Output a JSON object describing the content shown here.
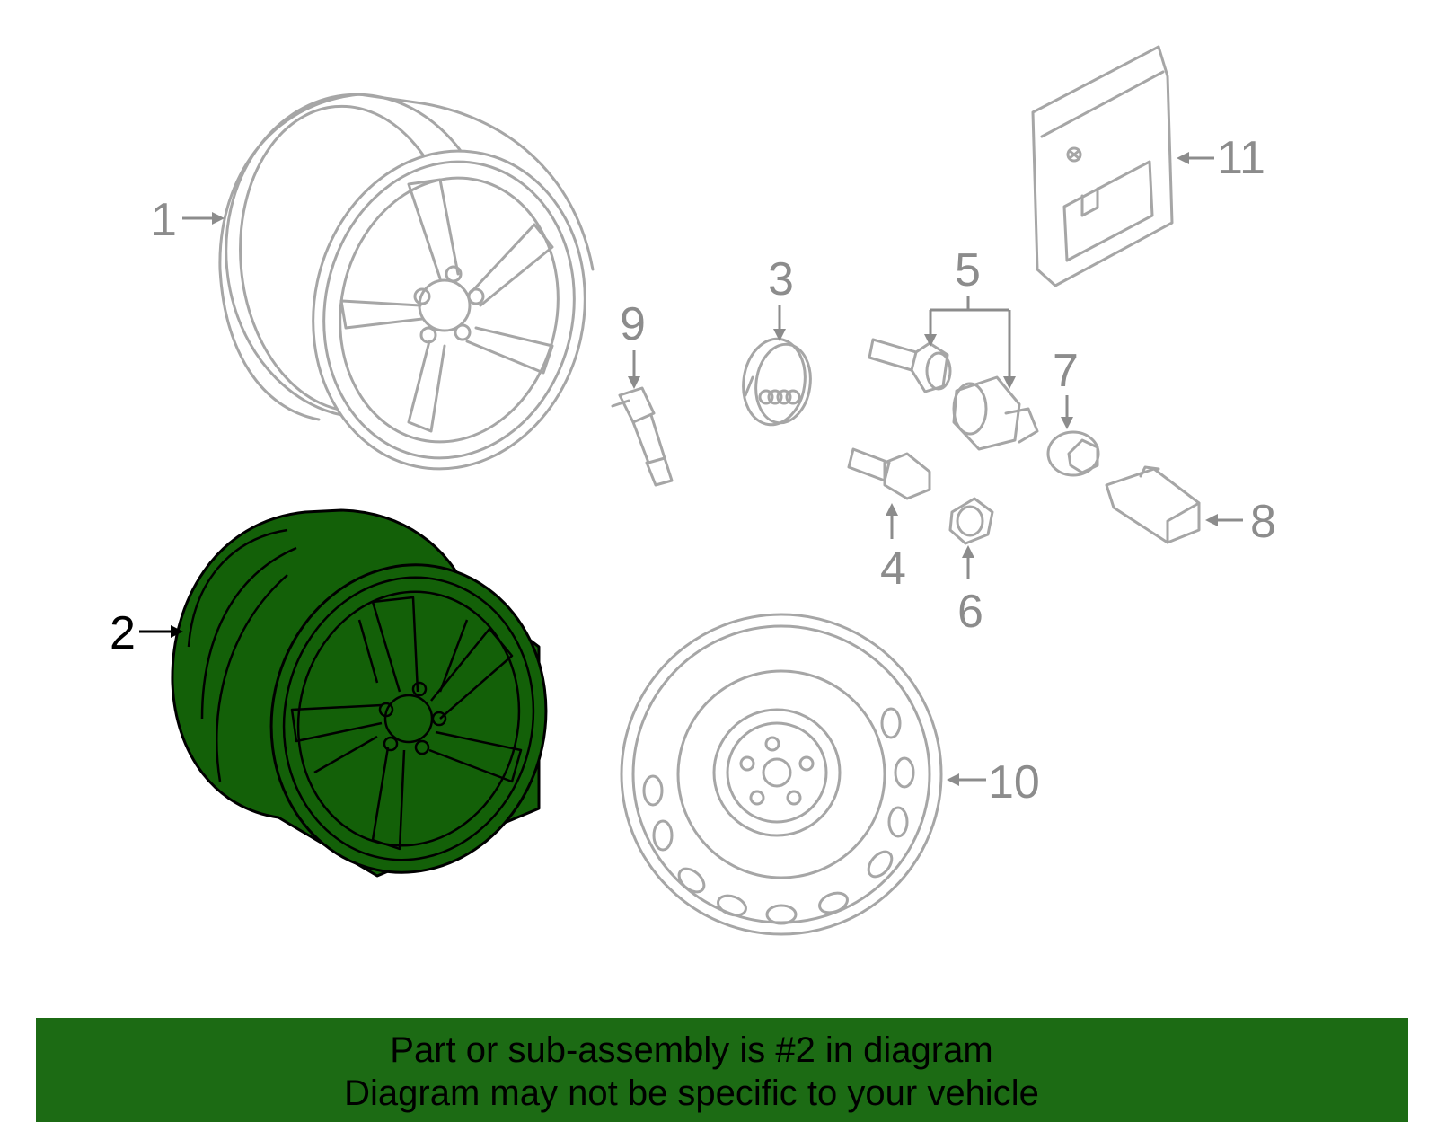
{
  "diagram": {
    "highlighted_part": "2",
    "colors": {
      "highlight_fill": "#136008",
      "ghost_stroke": "#a6a6a6",
      "active_label": "#000000",
      "inactive_label": "#8c8c8c",
      "banner_bg": "#1c6b14"
    },
    "labels": {
      "p1": "1",
      "p2": "2",
      "p3": "3",
      "p4": "4",
      "p5": "5",
      "p6": "6",
      "p7": "7",
      "p8": "8",
      "p9": "9",
      "p10": "10",
      "p11": "11"
    }
  },
  "banner": {
    "line1": "Part or sub-assembly is #2 in diagram",
    "line2": "Diagram may not be specific to your vehicle"
  }
}
